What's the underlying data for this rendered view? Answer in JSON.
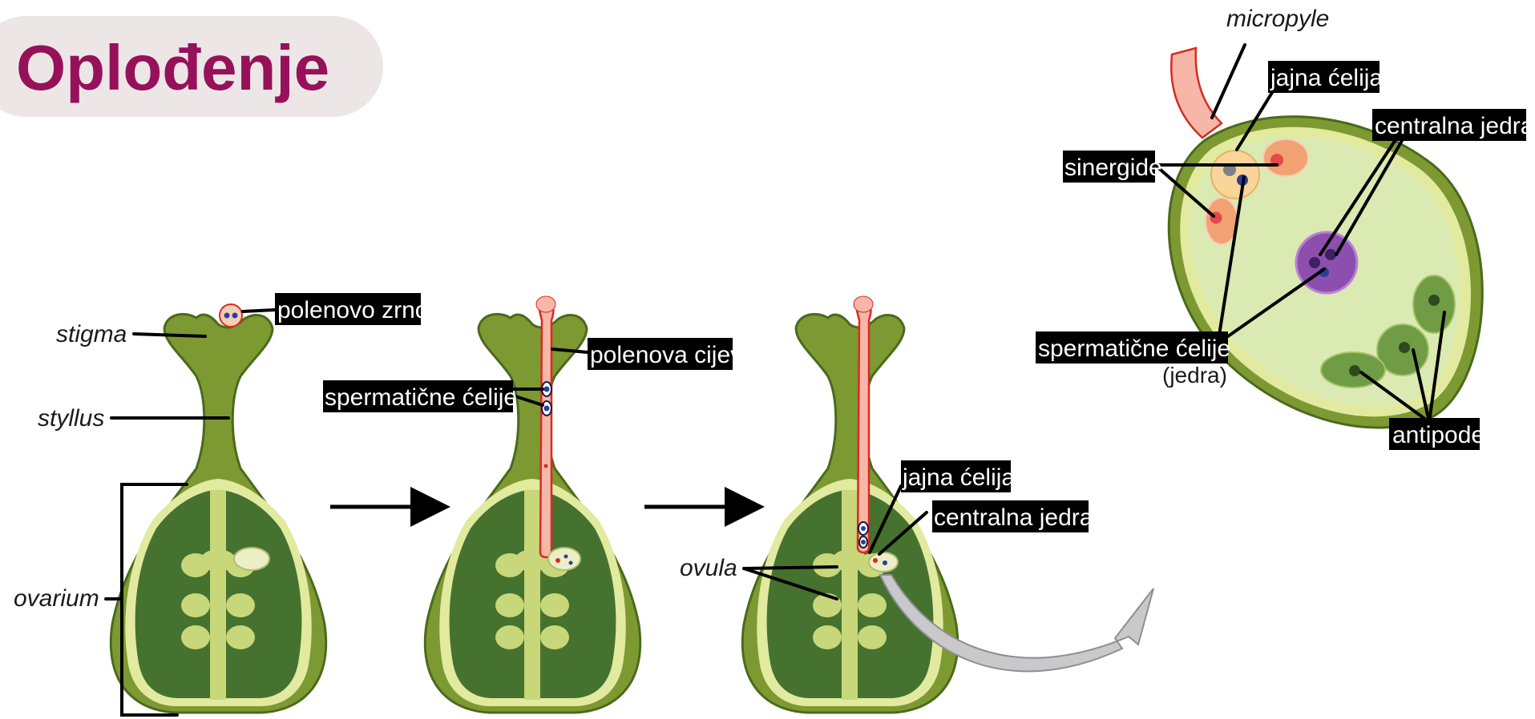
{
  "title": "Oplođenje",
  "colors": {
    "title_text": "#96115a",
    "title_bg": "#ece6e6",
    "pistil_wall": "#7d9932",
    "pistil_edge": "#4a6a1c",
    "ovary_inner": "#45722f",
    "ovule": "#c7d77a",
    "pollen_tube": "#f6b7a8",
    "tube_edge": "#d82b22",
    "sperm": "#2a3e9c",
    "embryo_sac": "#dbe9b2",
    "egg_cell": "#f9d59a",
    "synergid": "#f2a173",
    "central_cell": "#8d4fae",
    "antipodal": "#6f9c44",
    "arrow_gray": "#c9c9cc",
    "label_bg": "#000000",
    "label_text": "#ffffff"
  },
  "labels": {
    "stigma": "stigma",
    "stylus": "styllus",
    "ovarium": "ovarium",
    "polenovo_zrno": "polenovo zrno",
    "polenova_cijev": "polenova cijev",
    "spermaticne_celije_mid": "spermatične ćelije",
    "jajna_celija_mid": "jajna ćelija",
    "centralna_jedra_mid": "centralna jedra",
    "ovula": "ovula",
    "micropyle": "micropyle",
    "jajna_celija_top": "jajna ćelija",
    "centralna_jedra_top": "centralna jedra",
    "sinergide": "sinergide",
    "spermaticne_celije_top": "spermatične ćelije",
    "jedra": "(jedra)",
    "antipode": "antipode"
  }
}
